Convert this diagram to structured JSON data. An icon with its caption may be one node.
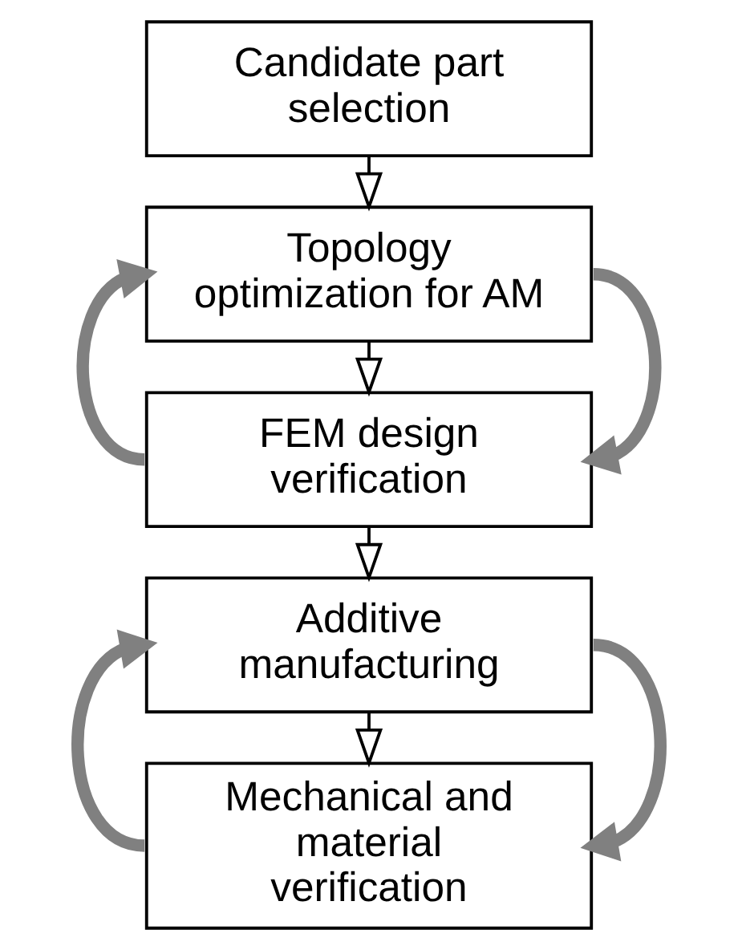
{
  "diagram": {
    "nodes": [
      {
        "text": [
          "Candidate part selection"
        ]
      },
      {
        "text": [
          "Topology optimization for AM"
        ]
      },
      {
        "text": [
          "FEM design verification"
        ]
      },
      {
        "text": [
          "Additive manufacturing"
        ]
      },
      {
        "text": [
          "Mechanical and material verification"
        ]
      }
    ],
    "edges": [
      {
        "from": 0,
        "to": 1,
        "arrow": "to"
      },
      {
        "from": 1,
        "to": 2,
        "arrow": "to",
        "style": "thick",
        "color": "#808080"
      },
      {
        "from": 2,
        "to": 1,
        "arrow": "to",
        "style": "thick",
        "color": "#808080"
      },
      {
        "from": 1,
        "to": 2,
        "arrow": "to"
      },
      {
        "from": 2,
        "to": 3,
        "arrow": "to"
      },
      {
        "from": 3,
        "to": 4,
        "arrow": "to",
        "style": "thick",
        "color": "#808080"
      },
      {
        "from": 4,
        "to": 3,
        "arrow": "to",
        "style": "thick",
        "color": "#808080"
      },
      {
        "from": 3,
        "to": 4,
        "arrow": "to"
      }
    ]
  }
}
